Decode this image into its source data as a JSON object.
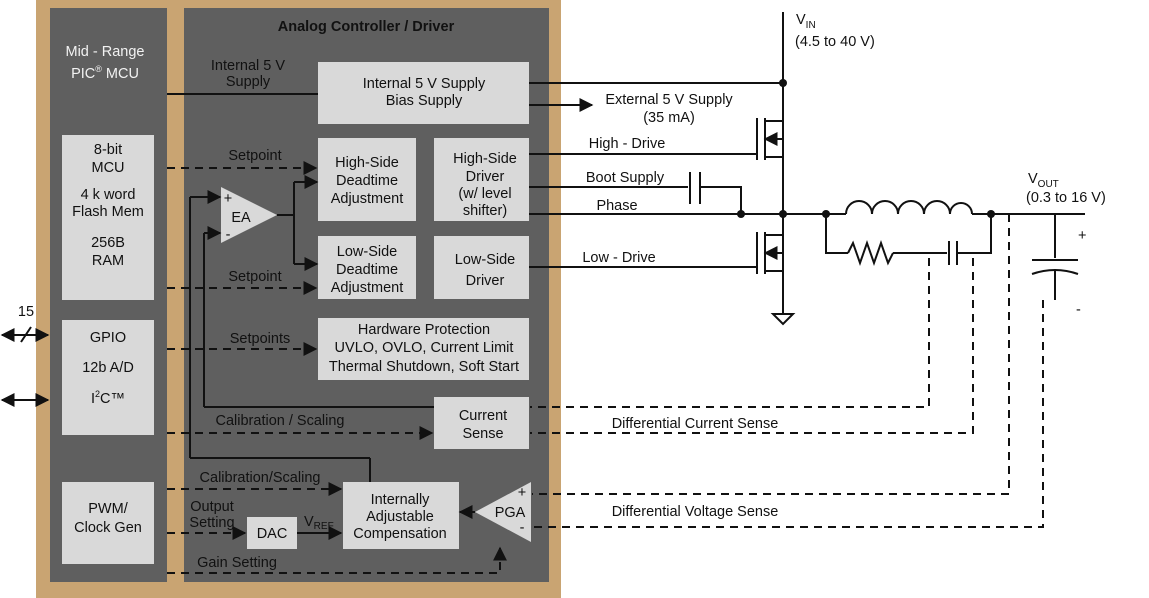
{
  "colors": {
    "tan_background": "#c9a472",
    "dark_block": "#5f5f5f",
    "light_box": "#d9d9d9",
    "line": "#111111"
  },
  "left": {
    "title_l1": "Mid - Range",
    "title_l2": "PIC",
    "title_reg": "®",
    "title_l2b": " MCU",
    "mcu": [
      "8-bit",
      "MCU",
      "4 k word",
      "Flash Mem",
      "256B",
      "RAM"
    ],
    "gpio": [
      "GPIO",
      "12b A/D",
      "I",
      "2",
      "C™"
    ],
    "pwm": [
      "PWM/",
      "Clock Gen"
    ]
  },
  "io": {
    "bus_count": "15"
  },
  "analog": {
    "title": "Analog Controller / Driver",
    "internal_supply_label": [
      "Internal 5 V",
      "Supply"
    ],
    "supply_box": [
      "Internal 5 V Supply",
      "Bias Supply"
    ],
    "hs_deadtime": [
      "High-Side",
      "Deadtime",
      "Adjustment"
    ],
    "hs_driver": [
      "High-Side",
      "Driver",
      "(w/ level",
      "shifter)"
    ],
    "ls_deadtime": [
      "Low-Side",
      "Deadtime",
      "Adjustment"
    ],
    "ls_driver": [
      "Low-Side",
      "Driver"
    ],
    "ea": "EA",
    "protection": [
      "Hardware Protection",
      "UVLO, OVLO, Current Limit",
      "Thermal Shutdown, Soft Start"
    ],
    "current_sense": [
      "Current",
      "Sense"
    ],
    "compensation": [
      "Internally",
      "Adjustable",
      "Compensation"
    ],
    "dac": "DAC",
    "pga": "PGA",
    "vref": "V",
    "vref_sub": "REF",
    "setpoint1": "Setpoint",
    "setpoint2": "Setpoint",
    "setpoints": "Setpoints",
    "calibration1": "Calibration / Scaling",
    "calibration2": "Calibration/Scaling",
    "output_setting": [
      "Output",
      "Setting"
    ],
    "gain_setting": "Gain Setting",
    "plus": "+",
    "minus": "-"
  },
  "power": {
    "vin": "V",
    "vin_sub": "IN",
    "vin_range": "(4.5 to 40 V)",
    "ext_supply": [
      "External 5 V Supply",
      "(35 mA)"
    ],
    "high_drive": "High - Drive",
    "boot_supply": "Boot Supply",
    "phase": "Phase",
    "low_drive": "Low - Drive",
    "vout": "V",
    "vout_sub": "OUT",
    "vout_range": "(0.3 to 16 V)",
    "diff_current": "Differential Current Sense",
    "diff_voltage": "Differential Voltage Sense",
    "cap_plus": "+",
    "cap_minus": "-"
  }
}
